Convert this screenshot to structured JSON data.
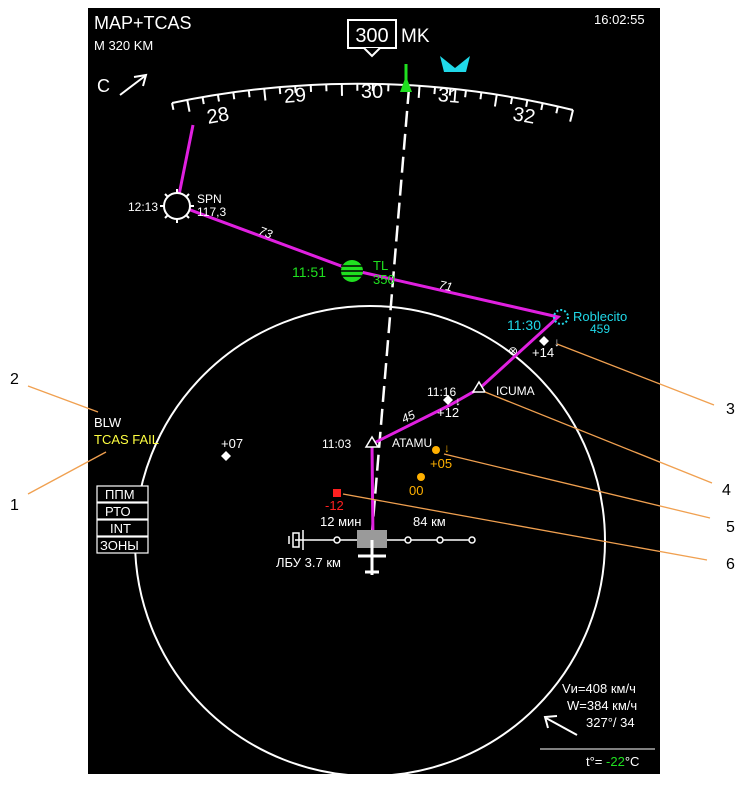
{
  "display": {
    "mode_title": "MAP+TCAS",
    "clock": "16:02:55",
    "range": "M 320 KM",
    "wind_dir_label": "C",
    "heading_value": "300",
    "heading_ref": "MK",
    "scale_labels": [
      "28",
      "29",
      "30",
      "31",
      "32"
    ]
  },
  "route": {
    "waypoints": [
      {
        "name": "SPN",
        "time": "12:13",
        "freq": "117,3"
      },
      {
        "name": "TL",
        "time": "11:51",
        "alt": "350"
      },
      {
        "name": "Roblecito",
        "time": "11:30",
        "alt": "459"
      },
      {
        "name": "ICUMA",
        "time": "11:16"
      },
      {
        "name": "ATAMU",
        "time": "11:03"
      }
    ],
    "leg_distances": [
      "73",
      "71",
      "45"
    ]
  },
  "traffic": [
    {
      "label": "+14",
      "color": "#ffffff"
    },
    {
      "label": "+12",
      "color": "#ffffff"
    },
    {
      "label": "+07",
      "color": "#ffffff"
    },
    {
      "label": "+05",
      "color": "#ffb000"
    },
    {
      "label": "00",
      "color": "#ffb000"
    },
    {
      "label": "-12",
      "color": "#ff2020"
    }
  ],
  "status": {
    "blw": "BLW",
    "tcas_fail": "TCAS FAIL",
    "menu": [
      "ППМ",
      "РТО",
      "INT",
      "ЗОНЫ"
    ]
  },
  "aircraft": {
    "time_to": "12 мин",
    "dist_to": "84 км",
    "lbu": "ЛБУ 3.7 км"
  },
  "flight": {
    "vi": "Vи=408 км/ч",
    "w": "W=384 км/ч",
    "wind": "327°/ 34",
    "temp_prefix": "t°= ",
    "temp_value": "-22",
    "temp_unit": "°C"
  },
  "callouts": [
    "1",
    "2",
    "3",
    "4",
    "5",
    "6"
  ],
  "colors": {
    "route": "#e020e0",
    "waypoint_active": "#20e020",
    "waypoint_target": "#20d8e8",
    "caution": "#ffb000",
    "warning": "#ff2020",
    "callout_line": "#f0a050",
    "tcas_fail": "#ffff40"
  }
}
